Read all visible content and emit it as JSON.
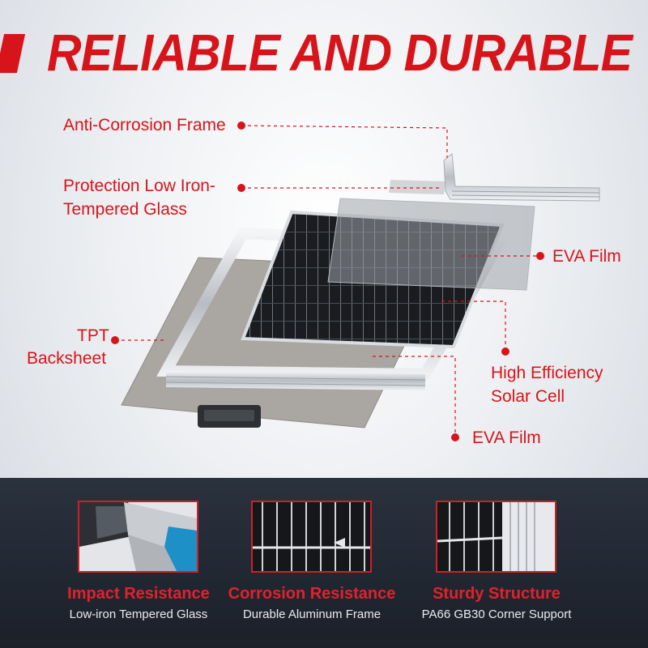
{
  "header": {
    "title": "RELIABLE AND DURABLE"
  },
  "labels": {
    "anti_corrosion_frame": "Anti-Corrosion Frame",
    "protection_line1": "Protection Low Iron-",
    "protection_line2": "Tempered Glass",
    "eva_film_top": "EVA Film",
    "tpt_line1": "TPT",
    "tpt_line2": "Backsheet",
    "cell_line1": "High Efficiency",
    "cell_line2": "Solar Cell",
    "eva_film_bottom": "EVA Film"
  },
  "features": [
    {
      "title": "Impact Resistance",
      "subtitle": "Low-iron Tempered Glass"
    },
    {
      "title": "Corrosion Resistance",
      "subtitle": "Durable Aluminum Frame"
    },
    {
      "title": "Sturdy Structure",
      "subtitle": "PA66 GB30 Corner Support"
    }
  ],
  "colors": {
    "accent": "#d8141b",
    "dark_band": "#1f2530",
    "text_light": "#e9ecef"
  }
}
